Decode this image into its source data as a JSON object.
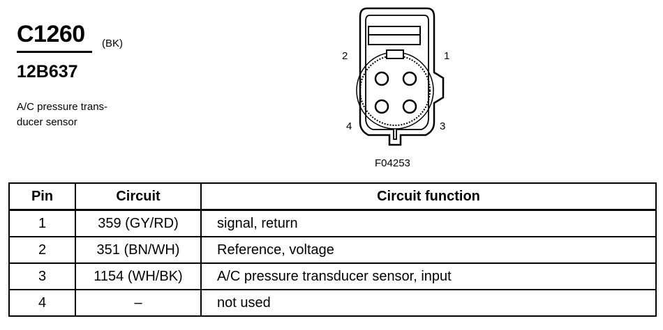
{
  "connector": {
    "id": "C1260",
    "color_code": "(BK)",
    "part_number": "12B637",
    "description": "A/C pressure trans-\nducer sensor"
  },
  "diagram": {
    "pin_labels": [
      "1",
      "2",
      "3",
      "4"
    ],
    "figure_id": "F04253"
  },
  "table": {
    "headers": [
      "Pin",
      "Circuit",
      "Circuit function"
    ],
    "rows": [
      {
        "pin": "1",
        "circuit": "359 (GY/RD)",
        "function": "signal, return"
      },
      {
        "pin": "2",
        "circuit": "351 (BN/WH)",
        "function": "Reference, voltage"
      },
      {
        "pin": "3",
        "circuit": "1154 (WH/BK)",
        "function": "A/C pressure transducer sensor, input"
      },
      {
        "pin": "4",
        "circuit": "–",
        "function": "not used"
      }
    ]
  }
}
